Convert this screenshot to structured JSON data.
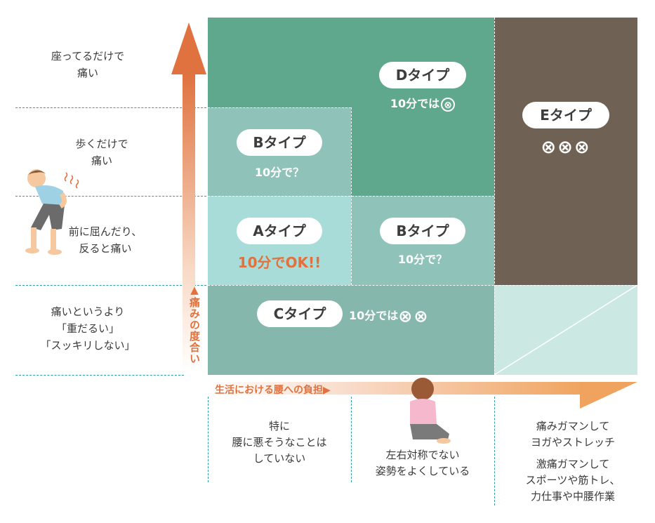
{
  "y_axis": {
    "label": "▲痛みの度合い",
    "levels": [
      {
        "line1": "座ってるだけで",
        "line2": "痛い"
      },
      {
        "line1": "歩くだけで",
        "line2": "痛い"
      },
      {
        "line1": "前に屈んだり、",
        "line2": "反ると痛い"
      },
      {
        "line1": "痛いというより",
        "line2": "「重だるい」",
        "line3": "「スッキリしない」"
      }
    ]
  },
  "x_axis": {
    "label": "生活における腰への負担▶",
    "levels": [
      {
        "line1": "特に",
        "line2": "腰に悪そうなことは",
        "line3": "していない"
      },
      {
        "line1": "左右対称でない",
        "line2": "姿勢をよくしている"
      },
      {
        "line1": "痛みガマンして",
        "line2": "ヨガやストレッチ",
        "line3": "激痛ガマンして",
        "line4": "スポーツや筋トレ、",
        "line5": "力仕事や中腰作業"
      }
    ]
  },
  "types": {
    "d": {
      "name": "Dタイプ",
      "note": "10分では",
      "marks": "⊗"
    },
    "e": {
      "name": "Eタイプ",
      "marks": "⊗⊗⊗"
    },
    "b1": {
      "name": "Bタイプ",
      "note": "10分で？"
    },
    "a": {
      "name": "Aタイプ",
      "note": "10分でOK!!"
    },
    "b2": {
      "name": "Bタイプ",
      "note": "10分で？"
    },
    "c": {
      "name": "Cタイプ",
      "note": "10分では",
      "marks": "⊗⊗"
    }
  },
  "colors": {
    "d": "#5fa88d",
    "e": "#6f6254",
    "b": "#8fc2b8",
    "a": "#a8dcd9",
    "c": "#85b7ac",
    "empty": "#cce8e2",
    "accent": "#e0723f"
  }
}
